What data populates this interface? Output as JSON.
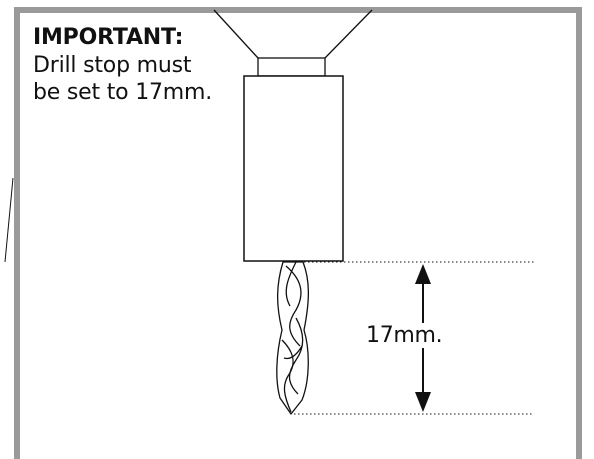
{
  "note": {
    "title": "IMPORTANT:",
    "line1": "Drill stop must",
    "line2": "be set to 17mm."
  },
  "measurement": {
    "label": "17mm.",
    "value_mm": 17
  },
  "colors": {
    "frame": "#9a9a9a",
    "line": "#111111",
    "background": "#ffffff"
  }
}
